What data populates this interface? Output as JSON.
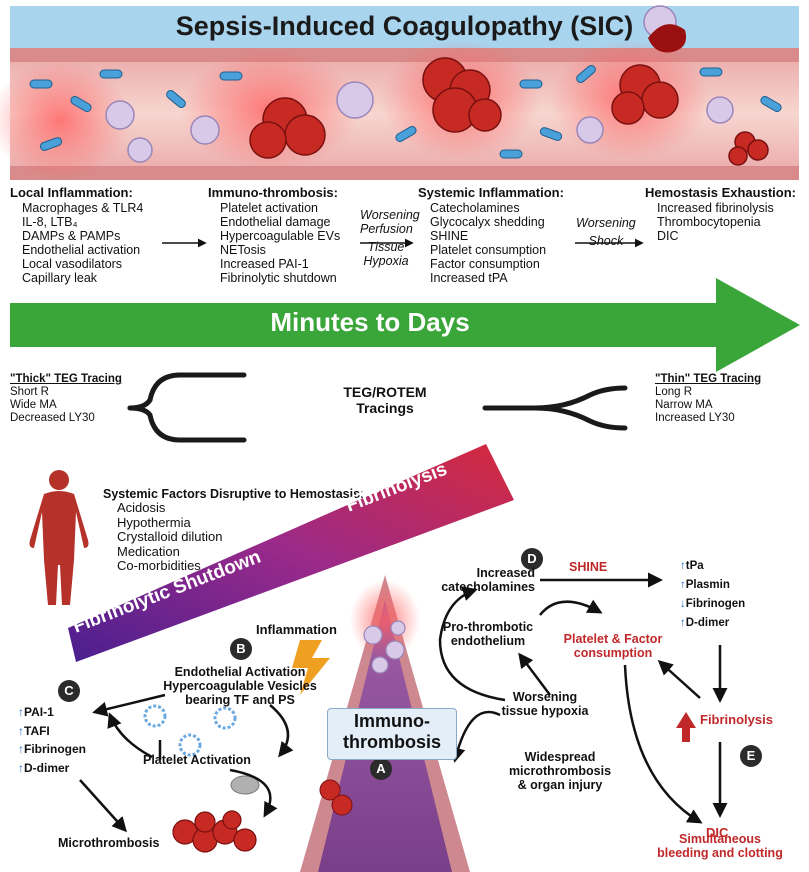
{
  "title": "Sepsis-Induced Coagulopathy (SIC)",
  "phases": [
    {
      "heading": "Local Inflammation:",
      "items": [
        "Macrophages & TLR4",
        "IL-8, LTB₄",
        "DAMPs & PAMPs",
        "Endothelial activation",
        "Local vasodilators",
        "Capillary leak"
      ]
    },
    {
      "heading": "Immuno-thrombosis:",
      "items": [
        "Platelet activation",
        "Endothelial damage",
        "Hypercoagulable EVs",
        "NETosis",
        "Increased PAI-1",
        "Fibrinolytic shutdown"
      ]
    },
    {
      "heading": "Systemic Inflammation:",
      "items": [
        "Catecholamines",
        "Glycocalyx shedding",
        "SHINE",
        "Platelet consumption",
        "Factor consumption",
        "Increased tPA"
      ]
    },
    {
      "heading": "Hemostasis Exhaustion:",
      "items": [
        "Increased fibrinolysis",
        "Thrombocytopenia",
        "DIC"
      ]
    }
  ],
  "transitions": {
    "t1_top": "Worsening",
    "t1_mid": "Perfusion",
    "t1_bottom1": "Tissue",
    "t1_bottom2": "Hypoxia",
    "t2_top": "Worsening",
    "t2_bottom": "Shock"
  },
  "timeline_label": "Minutes to Days",
  "teg": {
    "center_line1": "TEG/ROTEM",
    "center_line2": "Tracings",
    "thick": {
      "title": "\"Thick\" TEG Tracing",
      "items": [
        "Short R",
        "Wide MA",
        "Decreased LY30"
      ]
    },
    "thin": {
      "title": "\"Thin\" TEG Tracing",
      "items": [
        "Long R",
        "Narrow MA",
        "Increased LY30"
      ]
    }
  },
  "systemic_factors": {
    "heading": "Systemic Factors Disruptive to Hemostasis:",
    "items": [
      "Acidosis",
      "Hypothermia",
      "Crystalloid dilution",
      "Medication",
      "Co-morbidities"
    ]
  },
  "gradient_labels": {
    "left": "Fibrinolytic Shutdown",
    "right": "Fibrinolysis"
  },
  "badges": {
    "a": "A",
    "b": "B",
    "c": "C",
    "d": "D",
    "e": "E"
  },
  "lower": {
    "inflammation": "Inflammation",
    "endo_line1": "Endothelial Activation",
    "endo_line2": "Hypercoagulable Vesicles",
    "endo_line3": "bearing TF and PS",
    "markers_c": [
      {
        "arrow": "up",
        "label": "PAI-1"
      },
      {
        "arrow": "up",
        "label": "TAFI"
      },
      {
        "arrow": "up",
        "label": "Fibrinogen"
      },
      {
        "arrow": "up",
        "label": "D-dimer"
      }
    ],
    "platelet_activation": "Platelet Activation",
    "microthrombosis": "Microthrombosis",
    "immuno_line1": "Immuno-",
    "immuno_line2": "thrombosis",
    "catechol_line1": "Increased",
    "catechol_line2": "catecholamines",
    "shine": "SHINE",
    "prothrombotic_line1": "Pro-thrombotic",
    "prothrombotic_line2": "endothelium",
    "consumption_line1": "Platelet & Factor",
    "consumption_line2": "consumption",
    "hypoxia_line1": "Worsening",
    "hypoxia_line2": "tissue hypoxia",
    "widespread_line1": "Widespread",
    "widespread_line2": "microthrombosis",
    "widespread_line3": "& organ injury",
    "markers_d": [
      {
        "arrow": "up",
        "label": "tPa"
      },
      {
        "arrow": "up",
        "label": "Plasmin"
      },
      {
        "arrow": "down",
        "label": "Fibrinogen"
      },
      {
        "arrow": "up",
        "label": "D-dimer"
      }
    ],
    "fibrinolysis": "Fibrinolysis",
    "dic": "DIC",
    "simultaneous_line1": "Simultaneous",
    "simultaneous_line2": "bleeding and clotting"
  },
  "colors": {
    "green": "#3aa639",
    "red": "#c0282a",
    "purple": "#6b2a8a",
    "blue_arrow": "#2f6fc0"
  }
}
